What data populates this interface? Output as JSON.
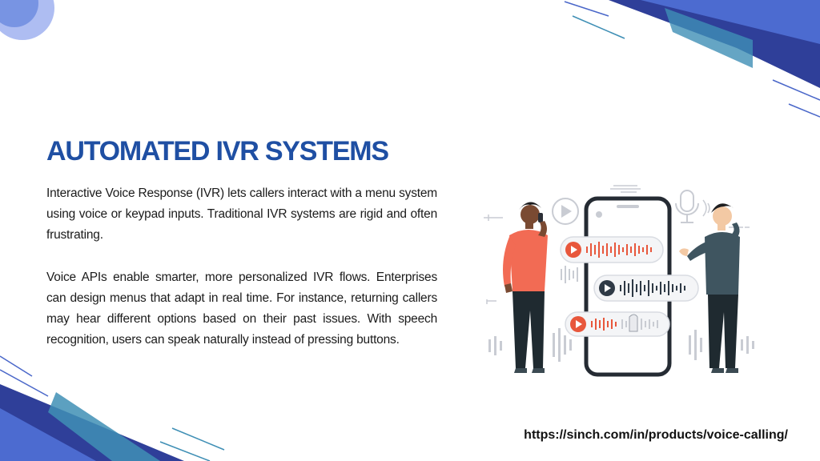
{
  "slide": {
    "title": "AUTOMATED IVR SYSTEMS",
    "paragraphs": [
      "Interactive Voice Response (IVR) lets callers interact with a menu system using voice or keypad inputs. Traditional IVR systems are rigid and often frustrating.",
      "Voice APIs enable smarter, more personalized IVR flows. Enterprises can design menus that adapt in real time. For instance, returning callers may hear different options based on their past issues. With speech recognition, users can speak naturally instead of pressing buttons."
    ],
    "source_url": "https://sinch.com/in/products/voice-calling/"
  },
  "colors": {
    "title": "#1f4fa3",
    "accent_dark": "#2e3b8f",
    "accent_mid": "#4a67c9",
    "accent_teal": "#3f8fb5",
    "accent_orange": "#e8573c"
  },
  "illustration": {
    "name": "voice-call-illustration"
  }
}
